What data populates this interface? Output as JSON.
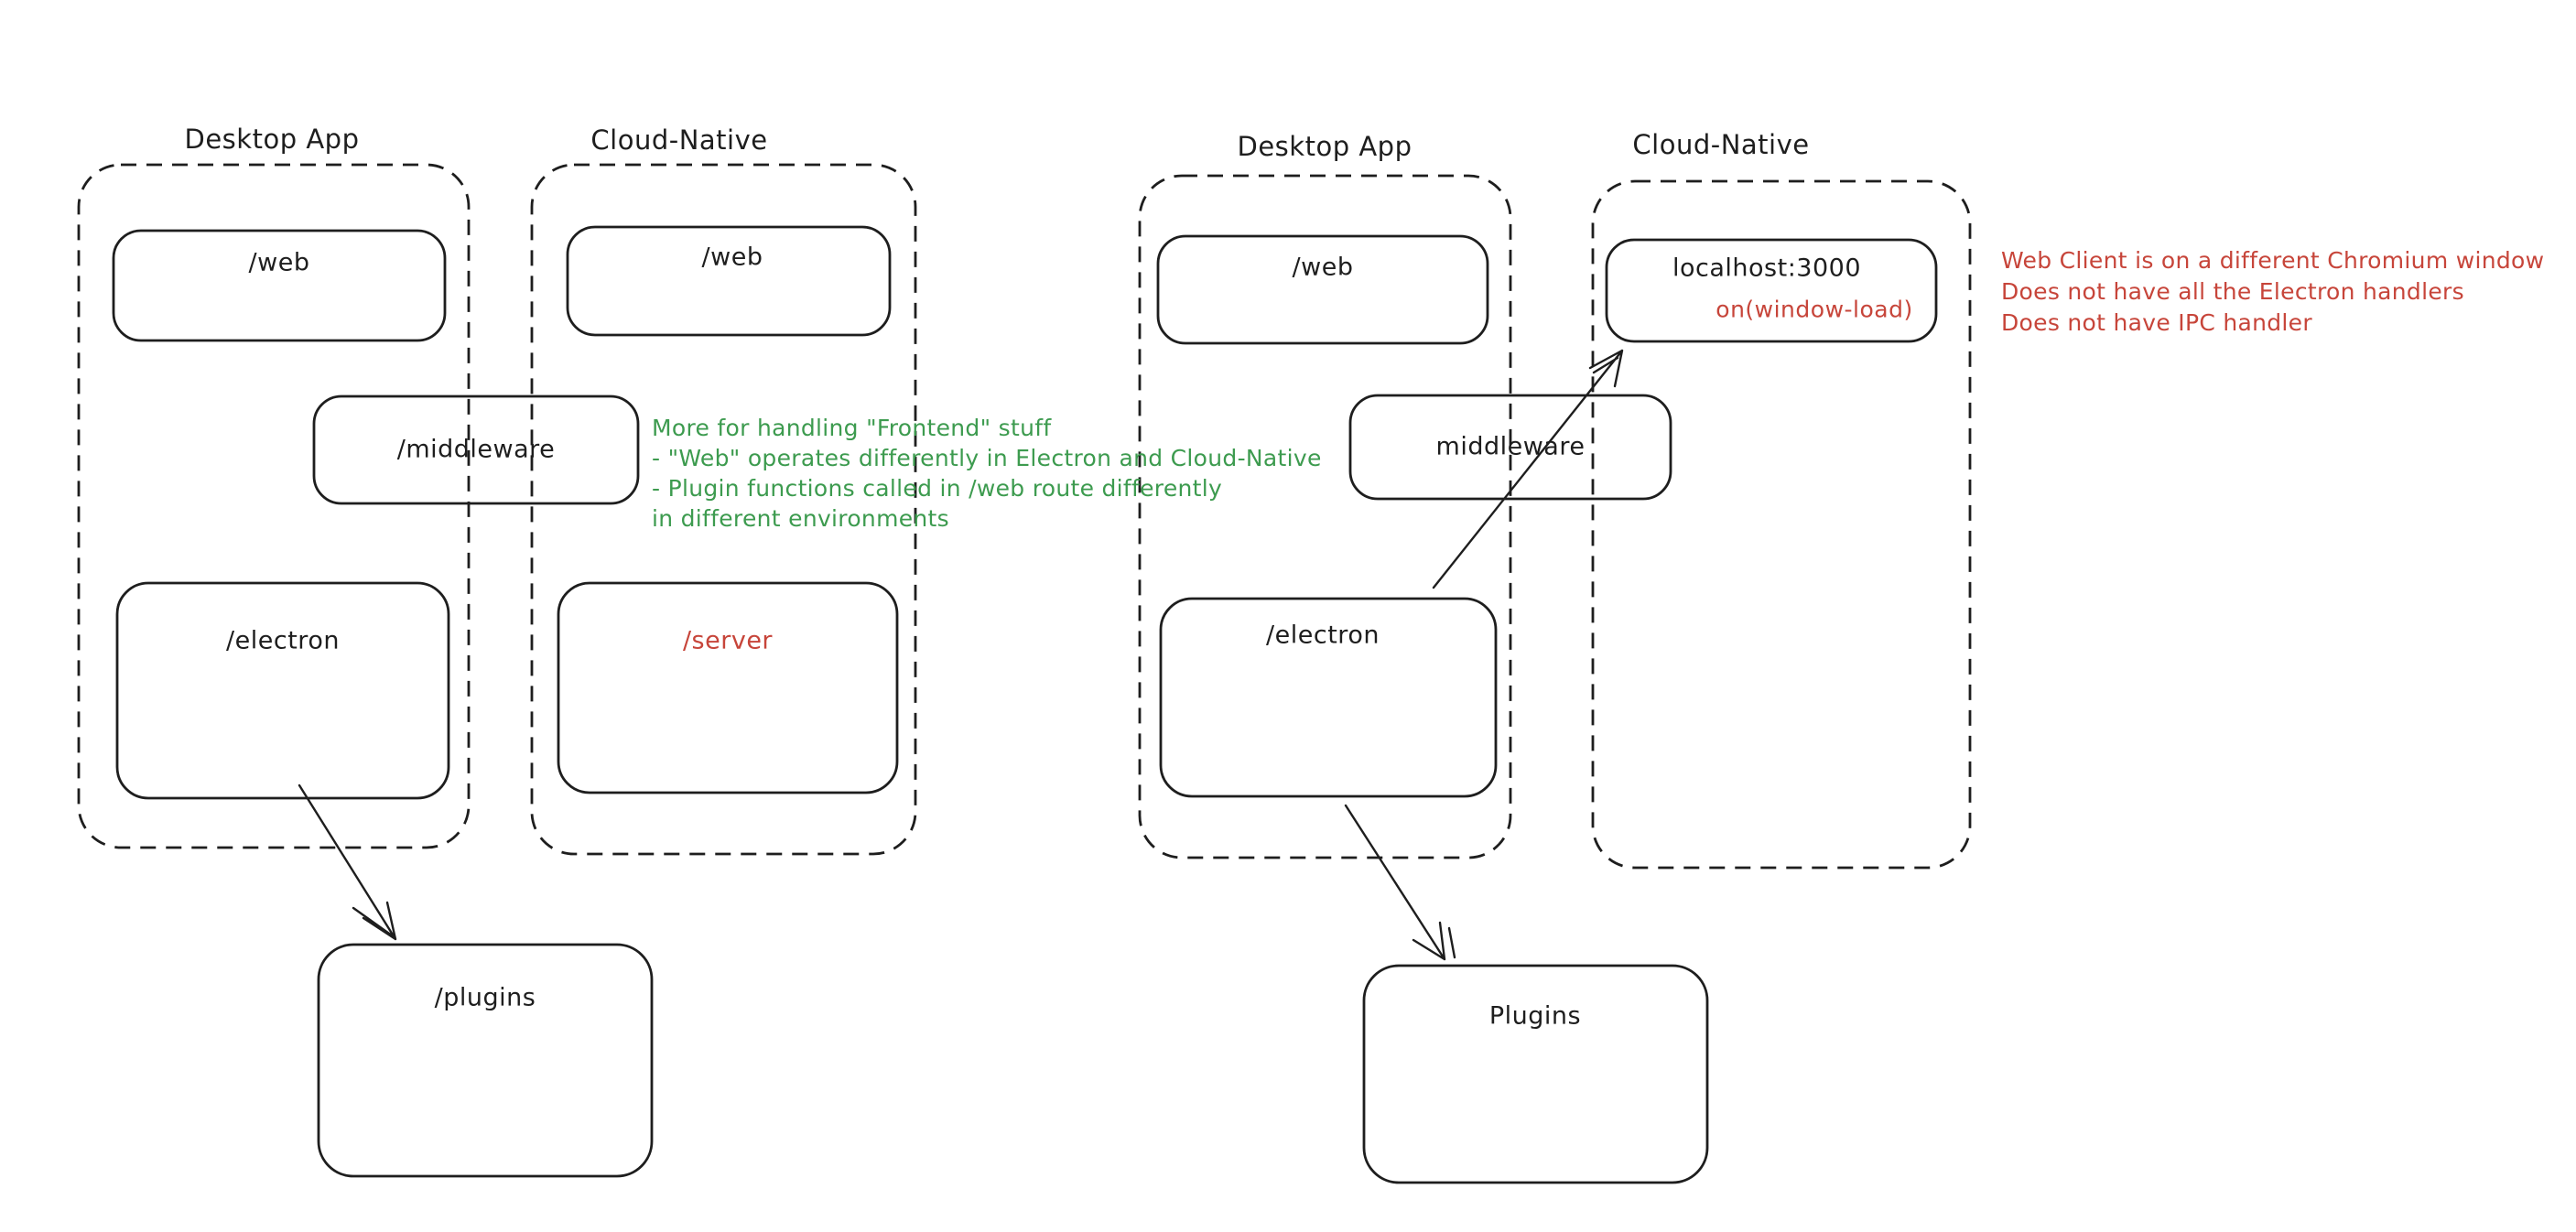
{
  "colors": {
    "stroke": "#1e1e1e",
    "green": "#3d9b4f",
    "red": "#c7453a",
    "background": "#ffffff"
  },
  "left_diagram": {
    "desktop": {
      "title": "Desktop App",
      "web_label": "/web",
      "electron_label": "/electron"
    },
    "cloud": {
      "title": "Cloud-Native",
      "web_label": "/web",
      "server_label": "/server"
    },
    "middleware_label": "/middleware",
    "plugins_label": "/plugins",
    "green_note": {
      "line1": "More for handling \"Frontend\" stuff",
      "line2": "- \"Web\" operates differently in Electron and Cloud-Native",
      "line3": "- Plugin functions called in /web route differently",
      "line4": "in different environments"
    }
  },
  "right_diagram": {
    "desktop": {
      "title": "Desktop App",
      "web_label": "/web",
      "electron_label": "/electron"
    },
    "cloud": {
      "title": "Cloud-Native",
      "localhost_label": "localhost:3000",
      "window_load_label": "on(window-load)"
    },
    "middleware_label": "middleware",
    "plugins_label": "Plugins",
    "red_note": {
      "line1": "Web Client is on a different Chromium window",
      "line2": "Does not have all the Electron handlers",
      "line3": "Does not have IPC handler"
    }
  }
}
